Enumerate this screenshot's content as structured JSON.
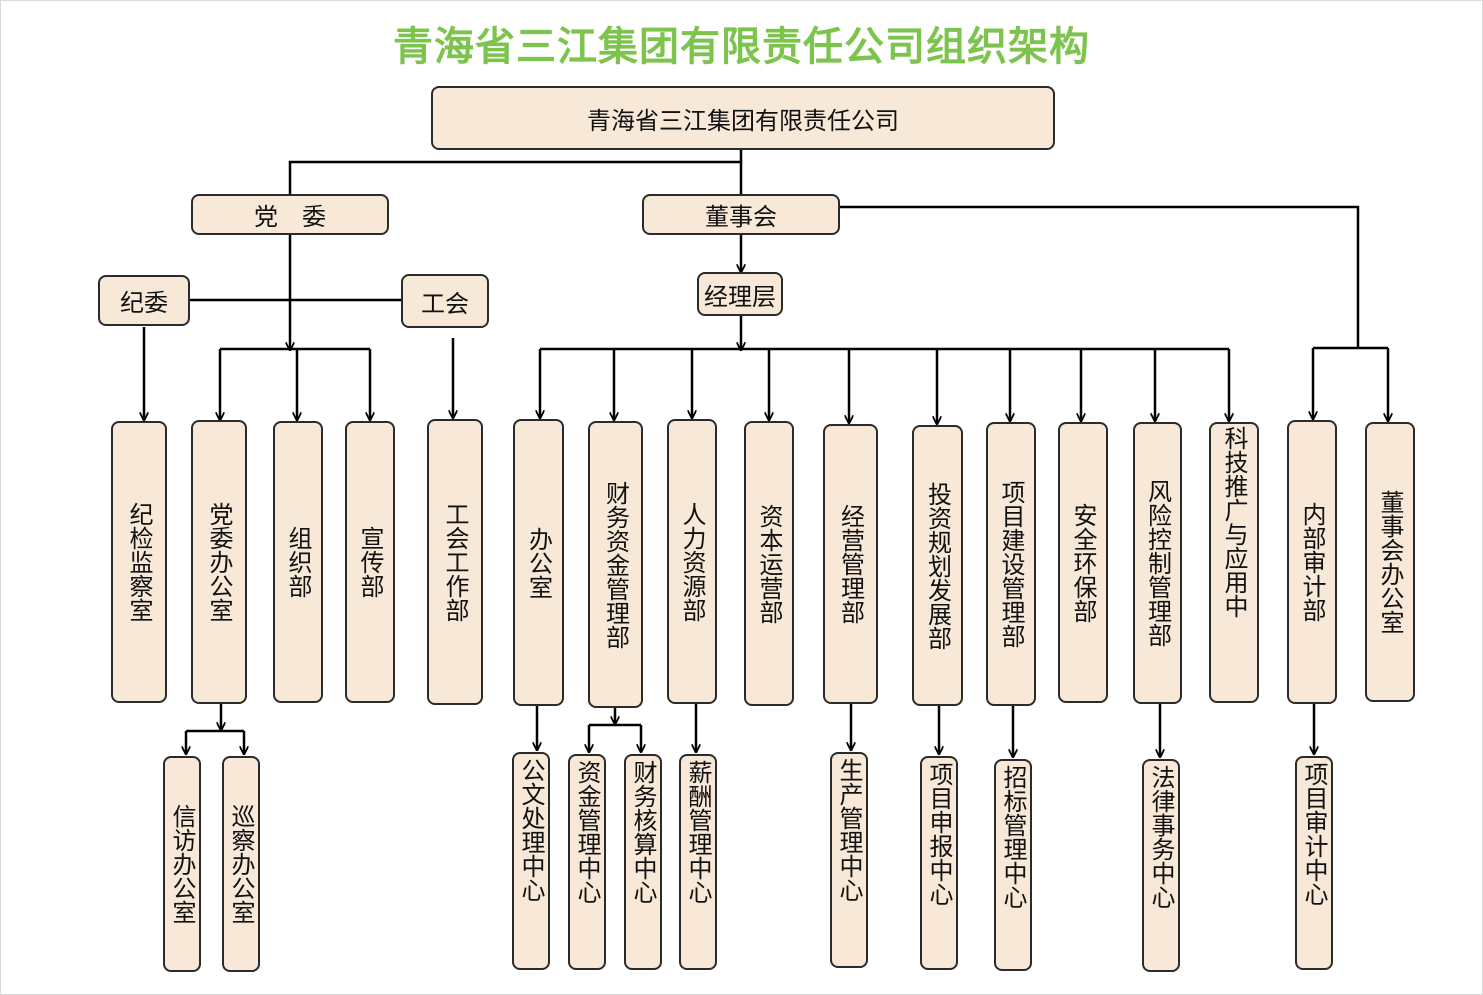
{
  "title": "青海省三江集团有限责任公司组织架构",
  "colors": {
    "title": "#7dc44e",
    "box_fill": "#f7e8d7",
    "box_border": "#2b2b2b",
    "line": "#000000"
  },
  "nodes": {
    "company": "青海省三江集团有限责任公司",
    "party_committee": "党　委",
    "board": "董事会",
    "discipline_committee": "纪委",
    "union": "工会",
    "management": "经理层"
  },
  "departments": {
    "discipline_office": "纪检监察室",
    "party_office": "党委办公室",
    "organization": "组织部",
    "publicity": "宣传部",
    "union_work": "工会工作部",
    "general_office": "办公室",
    "finance": "财务资金管理部",
    "hr": "人力资源部",
    "capital_ops": "资本运营部",
    "business_mgmt": "经营管理部",
    "investment_planning": "投资规划发展部",
    "project_construction": "项目建设管理部",
    "safety_env": "安全环保部",
    "risk_control": "风险控制管理部",
    "tech_promotion": "科技推广与应用中",
    "internal_audit": "内部审计部",
    "board_office": "董事会办公室"
  },
  "centers": {
    "petition": "信访办公室",
    "inspection": "巡察办公室",
    "document": "公文处理中心",
    "fund": "资金管理中心",
    "accounting": "财务核算中心",
    "salary": "薪酬管理中心",
    "production": "生产管理中心",
    "project_declaration": "项目申报中心",
    "bidding": "招标管理中心",
    "legal": "法律事务中心",
    "project_audit": "项目审计中心"
  }
}
